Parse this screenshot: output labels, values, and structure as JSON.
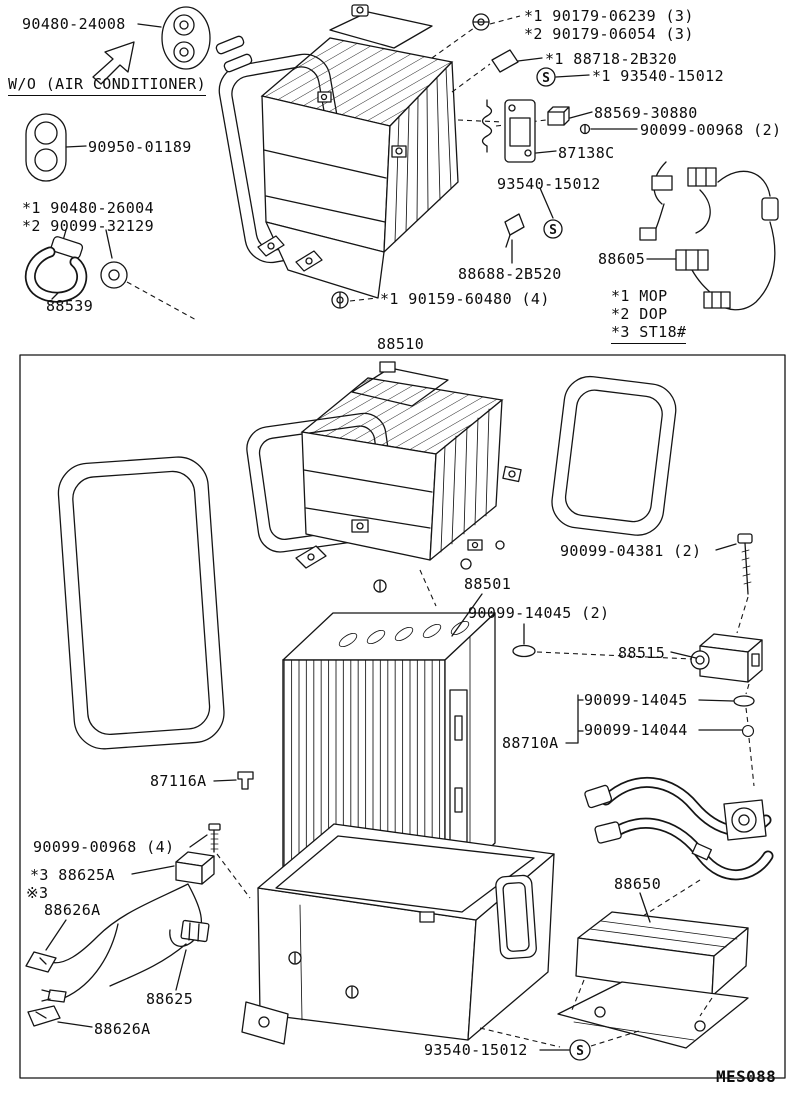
{
  "header": {
    "exclusion_note": "W/O (AIR CONDITIONER)"
  },
  "footer": {
    "code": "MES088"
  },
  "symbols": {
    "grease": "S"
  },
  "parts": {
    "grommet_top": "90480-24008",
    "plate": "90950-01189",
    "clamp_alt1": "*1 90480-26004",
    "clamp_alt2": "*2 90099-32129",
    "hose": "88539",
    "screw_alt1": "*1 90179-06239 (3)",
    "screw_alt2": "*2 90179-06054 (3)",
    "bracket_88718": "*1 88718-2B320",
    "grease_top": "*1 93540-15012",
    "resistor": "88569-30880",
    "screw_00968_2": "90099-00968 (2)",
    "plate_87138c": "87138C",
    "grease_mid": "93540-15012",
    "wiring_harness": "88605",
    "clip_88688": "88688-2B520",
    "screw_60480": "*1 90159-60480 (4)",
    "note_mop": "*1 MOP",
    "note_dop": "*2 DOP",
    "note_st18": "*3 ST18#",
    "unit": "88510",
    "bolt_04381": "90099-04381 (2)",
    "evaporator": "88501",
    "oring_14045_2": "90099-14045 (2)",
    "valve": "88515",
    "oring_14045": "90099-14045",
    "oring_14044": "90099-14044",
    "tube_assy": "88710A",
    "clip_87116a": "87116A",
    "screw_00968_4": "90099-00968 (4)",
    "thermistor": "*3 88625A",
    "note_star3": "※3",
    "terminal_top": "88626A",
    "wire": "88625",
    "terminal_bottom": "88626A",
    "amplifier": "88650",
    "grease_bottom": "93540-15012"
  }
}
